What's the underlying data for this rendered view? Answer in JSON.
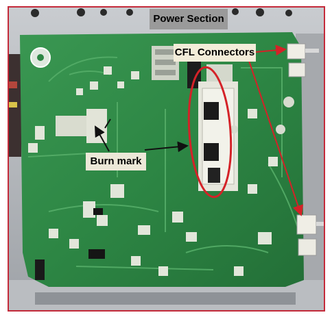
{
  "annotations": {
    "power_section": "Power Section",
    "cfl_connectors": "CFL Connectors",
    "burn_mark": "Burn mark"
  },
  "colors": {
    "pcb_green": "#2f8a46",
    "metal_chassis": "#b9bcc0",
    "highlight_red": "#d42228",
    "frame_border": "#c42a3a"
  }
}
